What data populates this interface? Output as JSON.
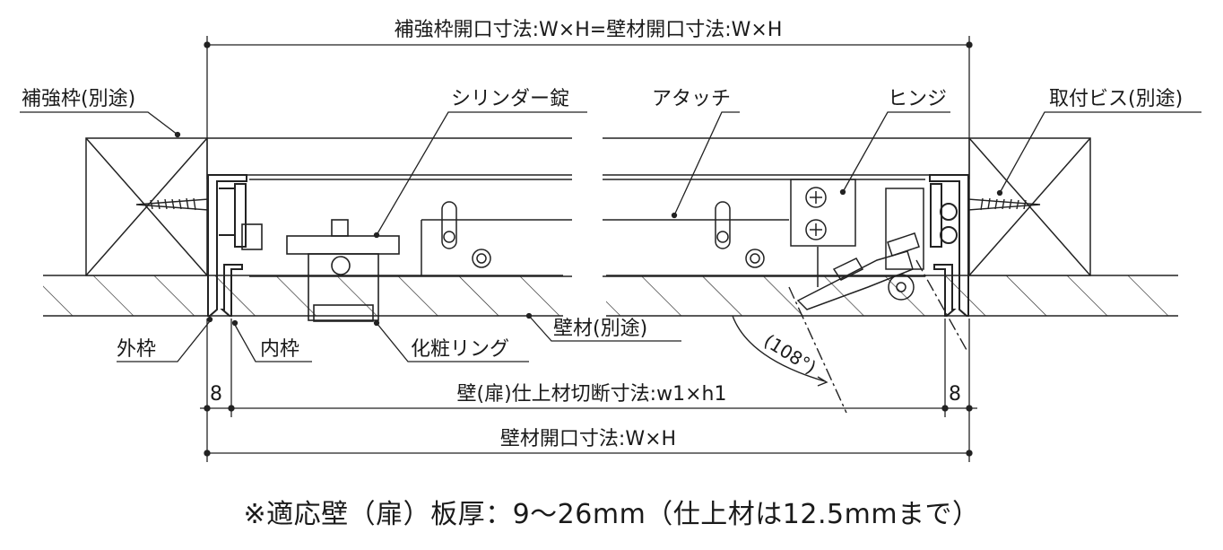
{
  "labels": {
    "top_dimension": "補強枠開口寸法:W×H=壁材開口寸法:W×H",
    "reinforcement_frame": "補強枠(別途)",
    "cylinder_lock": "シリンダー錠",
    "attach": "アタッチ",
    "hinge": "ヒンジ",
    "mounting_screw": "取付ビス(別途)",
    "outer_frame": "外枠",
    "inner_frame": "内枠",
    "decorative_ring": "化粧リング",
    "wall_material": "壁材(別途)",
    "angle": "(108°)",
    "offset_left": "8",
    "offset_right": "8",
    "finish_cut_dimension": "壁(扉)仕上材切断寸法:w1×h1",
    "wall_opening_dimension": "壁材開口寸法:W×H"
  },
  "note": "※適応壁（扉）板厚：9〜26mm（仕上材は12.5mmまで）"
}
